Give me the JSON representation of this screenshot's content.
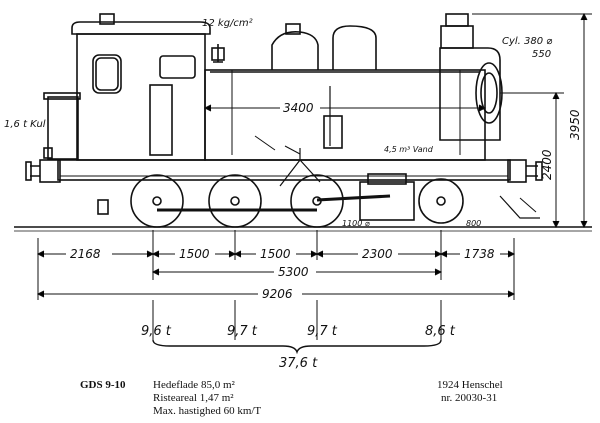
{
  "drawing": {
    "top_dims": {
      "pressure": "12 kg/cm²",
      "cylinder": "Cyl. 380 ⌀",
      "stroke": "550",
      "coal": "1,6 t Kul",
      "water": "4,5 m³ Vand",
      "tank_length": "3400",
      "wheel_dia": "1100 ⌀",
      "trailing_dia": "800"
    },
    "height_dims": {
      "total": "3950",
      "boiler_axis": "2400"
    },
    "length_dims": {
      "seg1": "2168",
      "seg2": "1500",
      "seg3": "1500",
      "seg4": "2300",
      "seg5": "1738",
      "wheelbase": "5300",
      "overall": "9206"
    },
    "axle_loads": {
      "a1": "9,6 t",
      "a2": "9,7 t",
      "a3": "9,7 t",
      "a4": "8,6 t",
      "total": "37,6 t"
    }
  },
  "caption": {
    "class": "GDS 9-10",
    "heating_surface": "Hedeflade 85,0 m²",
    "grate_area": "Risteareal 1,47 m²",
    "max_speed": "Max. hastighed 60 km/T",
    "builder": "1924 Henschel",
    "works_numbers": "nr. 20030-31"
  }
}
